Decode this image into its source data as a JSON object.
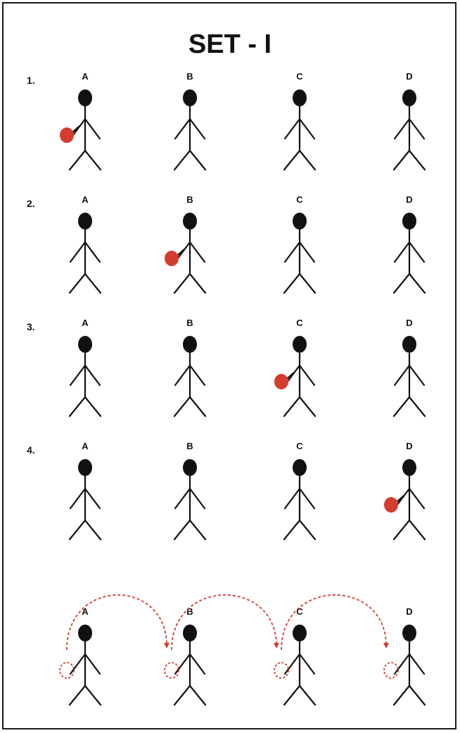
{
  "title": "SET - I",
  "figure_labels": [
    "A",
    "B",
    "C",
    "D"
  ],
  "rows": [
    {
      "number": "1.",
      "ball_holder": "A"
    },
    {
      "number": "2.",
      "ball_holder": "B"
    },
    {
      "number": "3.",
      "ball_holder": "C"
    },
    {
      "number": "4.",
      "ball_holder": "D"
    }
  ],
  "summary_row": {
    "arrows": [
      {
        "from": "A",
        "to": "B"
      },
      {
        "from": "B",
        "to": "C"
      },
      {
        "from": "C",
        "to": "D"
      }
    ]
  },
  "colors": {
    "ball": "#d63b2f",
    "arrow": "#d63b2f",
    "ink": "#111111"
  }
}
